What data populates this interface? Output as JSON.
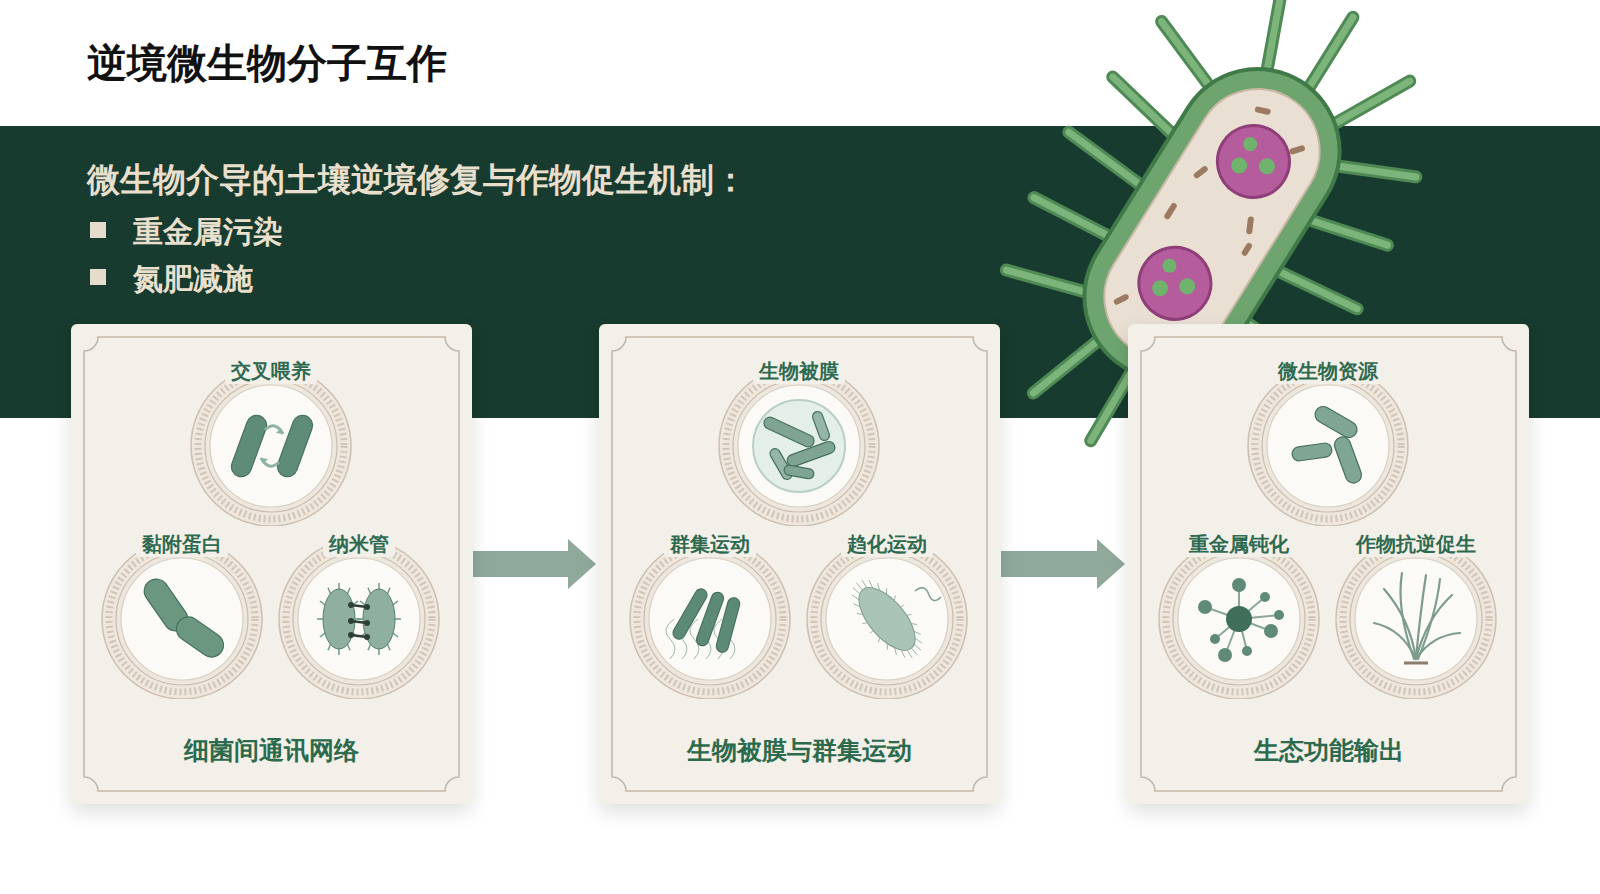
{
  "diagram": {
    "title": "逆境微生物分子互作",
    "nodes": [
      {
        "text": [
          "细菌间通讯网络"
        ]
      },
      {
        "text": [
          "交叉喂养"
        ],
        "in": 0
      },
      {
        "text": [
          "黏附蛋白"
        ],
        "in": 0
      },
      {
        "text": [
          "纳米管"
        ],
        "in": 0
      },
      {
        "text": [
          "生物被膜与群集运动"
        ]
      },
      {
        "text": [
          "生物被膜"
        ],
        "in": 4
      },
      {
        "text": [
          "群集运动"
        ],
        "in": 4
      },
      {
        "text": [
          "趋化运动"
        ],
        "in": 4
      },
      {
        "text": [
          "生态功能输出"
        ]
      },
      {
        "text": [
          "微生物资源"
        ],
        "in": 8
      },
      {
        "text": [
          "重金属钝化"
        ],
        "in": 8
      },
      {
        "text": [
          "作物抗逆促生"
        ],
        "in": 8
      }
    ],
    "edges": [
      {
        "from": 0,
        "to": 4,
        "arrow": "to"
      },
      {
        "from": 4,
        "to": 8,
        "arrow": "to"
      }
    ],
    "labels": [
      "微生物介导的土壤逆境修复与作物促生机制：",
      "重金属污染",
      "氮肥减施"
    ]
  }
}
